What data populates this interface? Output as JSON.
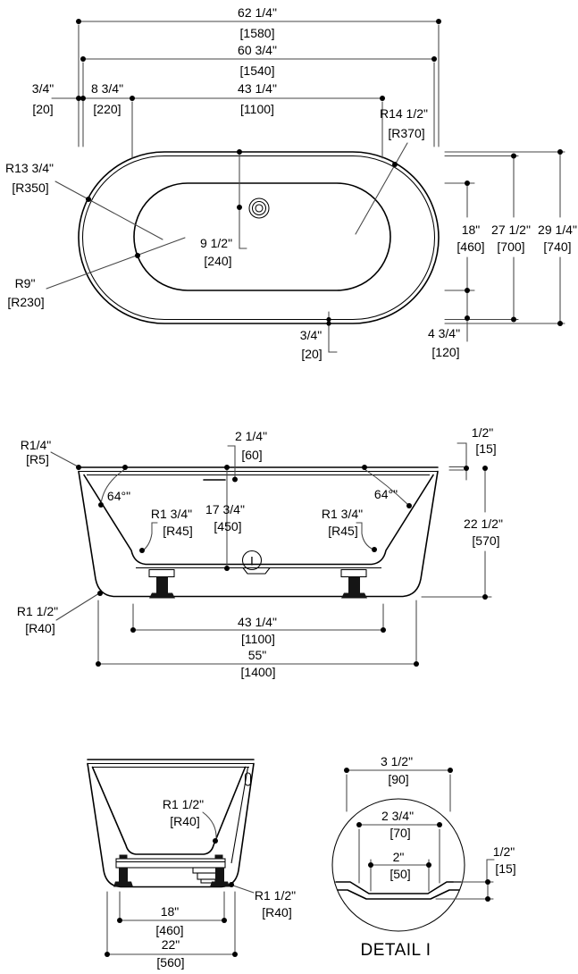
{
  "drawing": {
    "top_view": {
      "overall_length": {
        "in": "62 1/4\"",
        "mm": "[1580]"
      },
      "rim_length": {
        "in": "60 3/4\"",
        "mm": "[1540]"
      },
      "edge_offset": {
        "in": "3/4\"",
        "mm": "[20]"
      },
      "end_offset": {
        "in": "8 3/4\"",
        "mm": "[220]"
      },
      "basin_length": {
        "in": "43 1/4\"",
        "mm": "[1100]"
      },
      "corner_radius": {
        "in": "R14 1/2\"",
        "mm": "[R370]"
      },
      "rim_radius": {
        "in": "R13 3/4\"",
        "mm": "[R350]"
      },
      "basin_radius": {
        "in": "R9\"",
        "mm": "[R230]"
      },
      "drain_offset": {
        "in": "9 1/2\"",
        "mm": "[240]"
      },
      "rim_thickness": {
        "in": "3/4\"",
        "mm": "[20]"
      },
      "basin_width": {
        "in": "18\"",
        "mm": "[460]"
      },
      "rim_width": {
        "in": "27 1/2\"",
        "mm": "[700]"
      },
      "overall_width": {
        "in": "29 1/4\"",
        "mm": "[740]"
      },
      "side_offset": {
        "in": "4 3/4\"",
        "mm": "[120]"
      }
    },
    "front_view": {
      "rim_corner_radius": {
        "in": "R1/4\"",
        "mm": "[R5]"
      },
      "overflow_offset": {
        "in": "2 1/4\"",
        "mm": "[60]"
      },
      "rim_lip": {
        "in": "1/2\"",
        "mm": "[15]"
      },
      "wall_angle_left": "64°\"",
      "wall_angle_right": "64°\"",
      "floor_radius_left": {
        "in": "R1 3/4\"",
        "mm": "[R45]"
      },
      "floor_radius_right": {
        "in": "R1 3/4\"",
        "mm": "[R45]"
      },
      "inner_depth": {
        "in": "17 3/4\"",
        "mm": "[450]"
      },
      "overall_height": {
        "in": "22 1/2\"",
        "mm": "[570]"
      },
      "base_corner_radius": {
        "in": "R1 1/2\"",
        "mm": "[R40]"
      },
      "foot_spacing": {
        "in": "43 1/4\"",
        "mm": "[1100]"
      },
      "base_length": {
        "in": "55\"",
        "mm": "[1400]"
      },
      "detail_marker": "I"
    },
    "end_view": {
      "floor_radius": {
        "in": "R1 1/2\"",
        "mm": "[R40]"
      },
      "base_radius": {
        "in": "R1 1/2\"",
        "mm": "[R40]"
      },
      "foot_spacing": {
        "in": "18\"",
        "mm": "[460]"
      },
      "base_width": {
        "in": "22\"",
        "mm": "[560]"
      }
    },
    "detail_view": {
      "title": "DETAIL I",
      "outer_width": {
        "in": "3 1/2\"",
        "mm": "[90]"
      },
      "mid_width": {
        "in": "2 3/4\"",
        "mm": "[70]"
      },
      "inner_width": {
        "in": "2\"",
        "mm": "[50]"
      },
      "depth": {
        "in": "1/2\"",
        "mm": "[15]"
      }
    }
  }
}
